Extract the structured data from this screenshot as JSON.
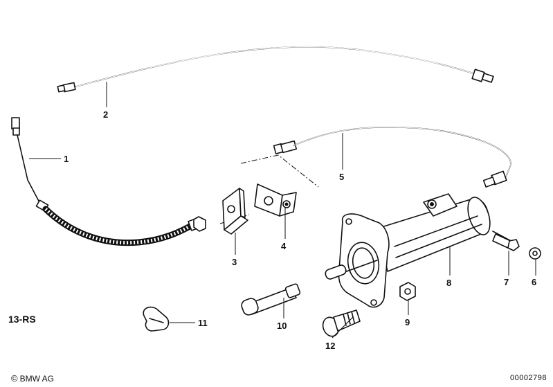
{
  "diagram": {
    "callouts": [
      {
        "id": "1",
        "text": "1"
      },
      {
        "id": "2",
        "text": "2"
      },
      {
        "id": "3",
        "text": "3"
      },
      {
        "id": "4",
        "text": "4"
      },
      {
        "id": "5",
        "text": "5"
      },
      {
        "id": "6",
        "text": "6"
      },
      {
        "id": "7",
        "text": "7"
      },
      {
        "id": "8",
        "text": "8"
      },
      {
        "id": "9",
        "text": "9"
      },
      {
        "id": "10",
        "text": "10"
      },
      {
        "id": "11",
        "text": "11"
      },
      {
        "id": "12",
        "text": "12"
      }
    ],
    "code_label": "13-RS",
    "copyright_icon": "copyright-icon",
    "brand": "BMW AG",
    "doc_number": "00002798"
  }
}
